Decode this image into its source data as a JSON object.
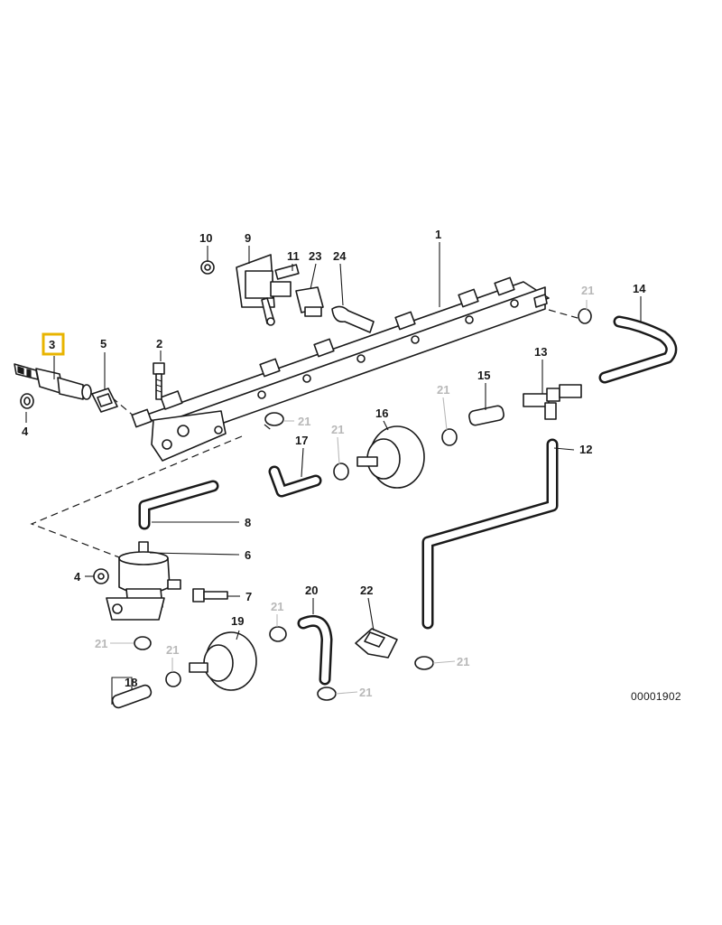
{
  "diagram": {
    "highlighted_part": "3",
    "part_numbers": {
      "p1": "1",
      "p2": "2",
      "p3": "3",
      "p4a": "4",
      "p4b": "4",
      "p5": "5",
      "p6": "6",
      "p7": "7",
      "p8": "8",
      "p9": "9",
      "p10": "10",
      "p11": "11",
      "p12": "12",
      "p13": "13",
      "p14": "14",
      "p15": "15",
      "p16": "16",
      "p17": "17",
      "p18": "18",
      "p19": "19",
      "p20": "20",
      "p21a": "21",
      "p21b": "21",
      "p21c": "21",
      "p21d": "21",
      "p21e": "21",
      "p21f": "21",
      "p21g": "21",
      "p21h": "21",
      "p21i": "21",
      "p22": "22",
      "p23": "23",
      "p24": "24"
    },
    "drawing_code": "00001902",
    "colors": {
      "line": "#1a1a1a",
      "muted_label": "#b8b8b8",
      "highlight": "#e8b400"
    }
  }
}
